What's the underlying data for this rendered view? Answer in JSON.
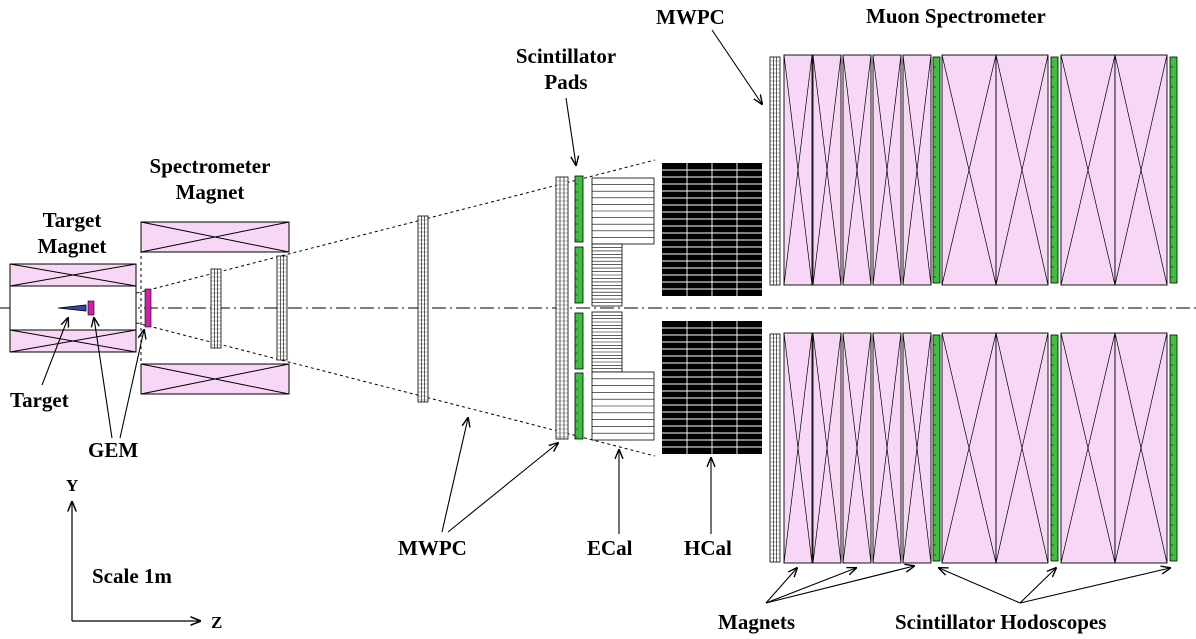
{
  "labels": {
    "target_magnet": [
      "Target",
      "Magnet"
    ],
    "spectrometer_magnet": [
      "Spectrometer",
      "Magnet"
    ],
    "scintillator_pads": [
      "Scintillator",
      "Pads"
    ],
    "mwpc_top": "MWPC",
    "muon_spectrometer": "Muon Spectrometer",
    "target": "Target",
    "gem": "GEM",
    "mwpc_bottom": "MWPC",
    "ecal": "ECal",
    "hcal": "HCal",
    "magnets": "Magnets",
    "scintillator_hodoscopes": "Scintillator Hodoscopes",
    "scale": "Scale 1m",
    "axis_y": "Y",
    "axis_z": "Z"
  },
  "colors": {
    "magnet_fill": "#f7d7f5",
    "scint_green": "#3fbf3f",
    "gem_magenta": "#cc22aa",
    "line": "#000000",
    "background": "#ffffff"
  }
}
